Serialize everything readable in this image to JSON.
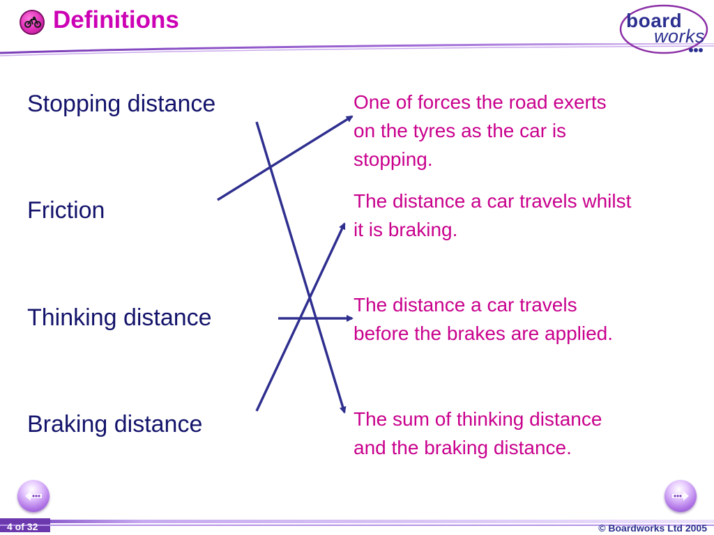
{
  "header": {
    "title": "Definitions",
    "logo_board": "board",
    "logo_works": "works"
  },
  "terms": [
    {
      "label": "Stopping distance"
    },
    {
      "label": "Friction"
    },
    {
      "label": "Thinking distance"
    },
    {
      "label": "Braking distance"
    }
  ],
  "definitions": [
    {
      "lines": [
        "One of forces the road exerts",
        "on the tyres as the car is",
        "stopping."
      ]
    },
    {
      "lines": [
        "The distance a car travels whilst",
        "it is braking."
      ]
    },
    {
      "lines": [
        "The distance a car travels",
        "before the brakes are applied."
      ]
    },
    {
      "lines": [
        "The sum of thinking distance",
        "and the braking distance."
      ]
    }
  ],
  "matches": [
    {
      "term": "Stopping distance",
      "definition": 4
    },
    {
      "term": "Friction",
      "definition": 1
    },
    {
      "term": "Thinking distance",
      "definition": 3
    },
    {
      "term": "Braking distance",
      "definition": 2
    }
  ],
  "footer": {
    "page_indicator": "4 of 32",
    "copyright": "© Boardworks Ltd 2005"
  },
  "colors": {
    "title": "#cc00b4",
    "term_text": "#13136b",
    "definition_text": "#c8008c",
    "connector": "#2e2e8f",
    "brand": "#2b2f8f"
  },
  "icons": {
    "title_icon": "motorbike-icon",
    "back": "back-arrow-icon",
    "forward": "forward-arrow-icon"
  }
}
